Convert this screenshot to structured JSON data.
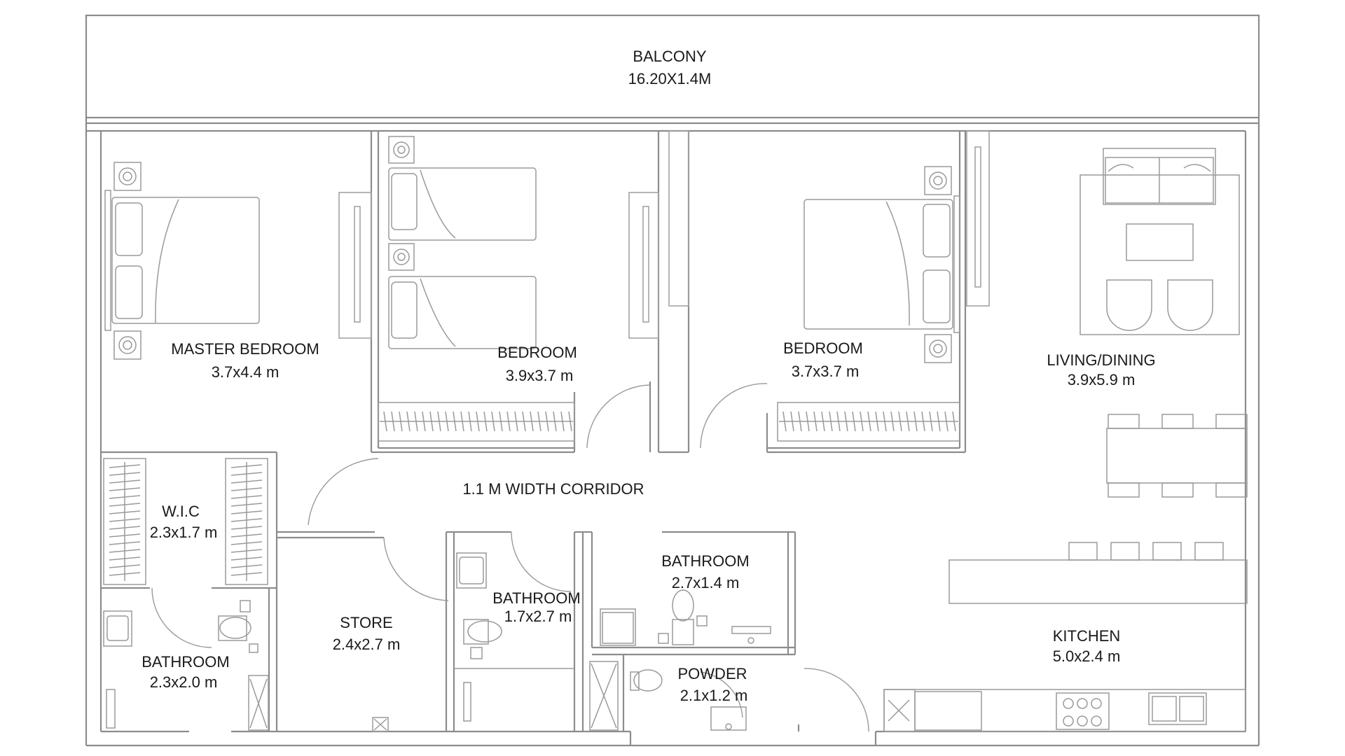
{
  "rooms": {
    "balcony": {
      "name": "BALCONY",
      "size": "16.20X1.4M"
    },
    "master": {
      "name": "MASTER BEDROOM",
      "size": "3.7x4.4 m"
    },
    "bedroom2": {
      "name": "BEDROOM",
      "size": "3.9x3.7 m"
    },
    "bedroom3": {
      "name": "BEDROOM",
      "size": "3.7x3.7 m"
    },
    "living": {
      "name": "LIVING/DINING",
      "size": "3.9x5.9 m"
    },
    "corridor": {
      "name": "1.1 M WIDTH CORRIDOR"
    },
    "wic": {
      "name": "W.I.C",
      "size": "2.3x1.7 m"
    },
    "bath1": {
      "name": "BATHROOM",
      "size": "2.3x2.0 m"
    },
    "store": {
      "name": "STORE",
      "size": "2.4x2.7 m"
    },
    "bath2": {
      "name": "BATHROOM",
      "size": "1.7x2.7 m"
    },
    "bath3": {
      "name": "BATHROOM",
      "size": "2.7x1.4 m"
    },
    "powder": {
      "name": "POWDER",
      "size": "2.1x1.2 m"
    },
    "kitchen": {
      "name": "KITCHEN",
      "size": "5.0x2.4 m"
    }
  },
  "colors": {
    "wall": "#8c8c8c",
    "text": "#1a1a1a",
    "background": "#ffffff"
  }
}
